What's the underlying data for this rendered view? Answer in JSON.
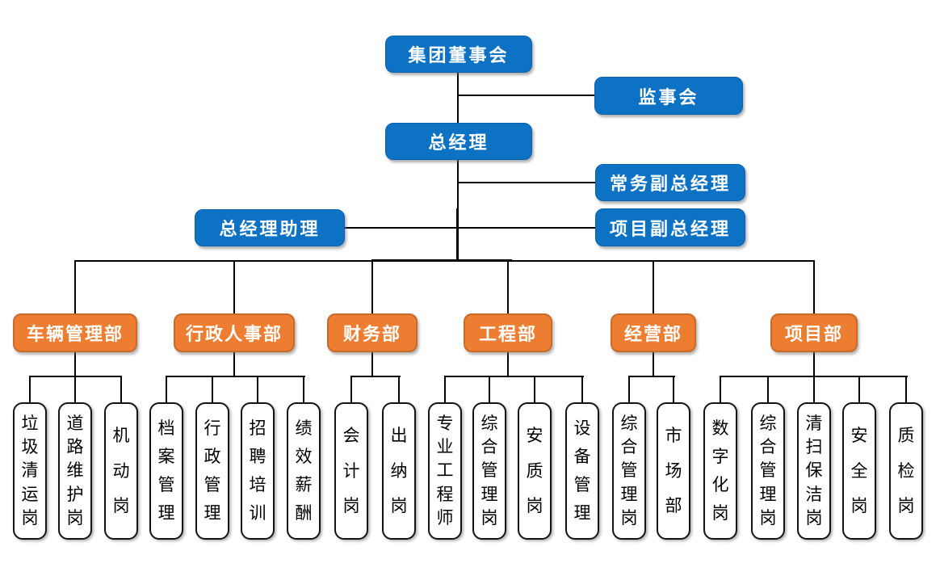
{
  "executives": {
    "board": "集团董事会",
    "supervisory": "监事会",
    "general_manager": "总经理",
    "executive_deputy_gm": "常务副总经理",
    "gm_assistant": "总经理助理",
    "project_deputy_gm": "项目副总经理"
  },
  "departments": [
    {
      "label": "车辆管理部",
      "positions": [
        "垃圾清运岗",
        "道路维护岗",
        "机动岗"
      ]
    },
    {
      "label": "行政人事部",
      "positions": [
        "档案管理",
        "行政管理",
        "招聘培训",
        "绩效薪酬"
      ]
    },
    {
      "label": "财务部",
      "positions": [
        "会计岗",
        "出纳岗"
      ]
    },
    {
      "label": "工程部",
      "positions": [
        "专业工程师",
        "综合管理岗",
        "安质岗",
        "设备管理"
      ]
    },
    {
      "label": "经营部",
      "positions": [
        "综合管理岗",
        "市场部"
      ]
    },
    {
      "label": "项目部",
      "positions": [
        "数字化岗",
        "综合管理岗",
        "清扫保洁岗",
        "安全岗",
        "质检岗"
      ]
    }
  ],
  "colors": {
    "executive_fill": "#0d71c4",
    "department_fill": "#ed7d31",
    "department_border": "#c96a26",
    "position_border": "#141414",
    "position_text": "#000000",
    "text_on_fill": "#ffffff",
    "connector": "#000000"
  }
}
